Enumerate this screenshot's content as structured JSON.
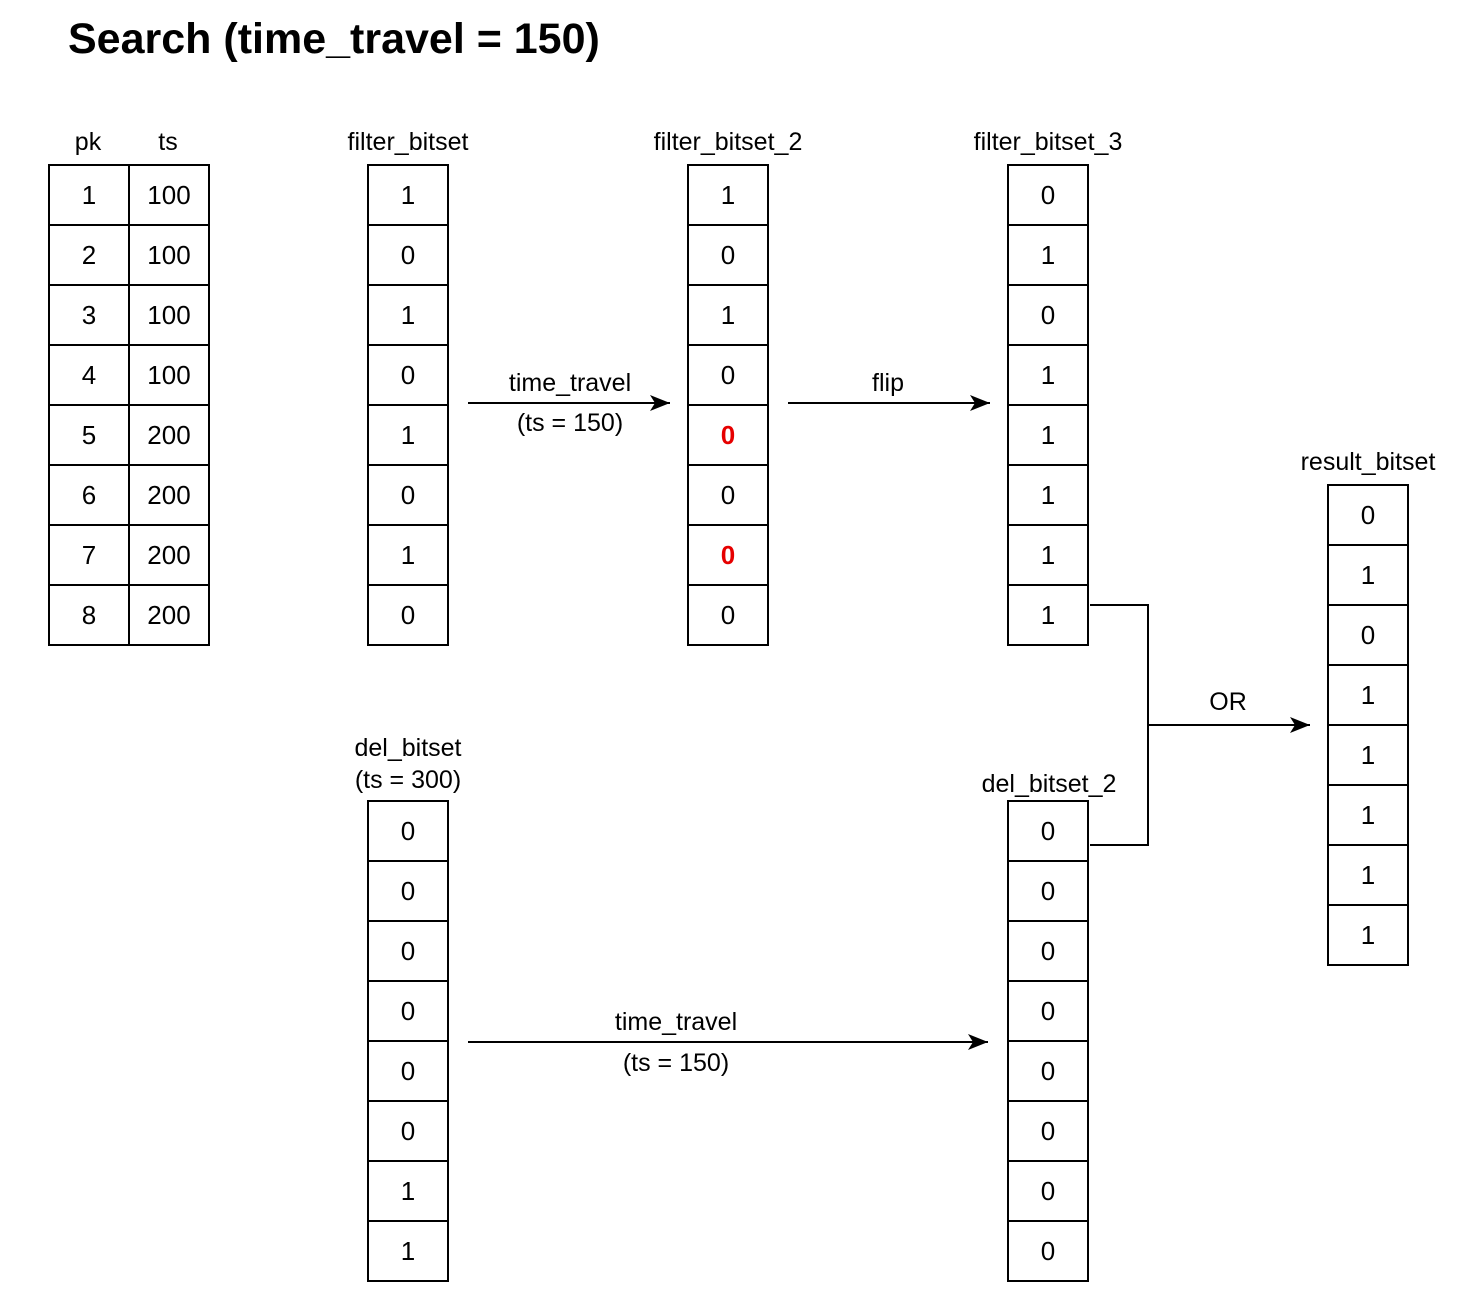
{
  "title": "Search (time_travel = 150)",
  "colors": {
    "highlight": "#e60000",
    "stroke": "#000000"
  },
  "table": {
    "headers": [
      "pk",
      "ts"
    ],
    "rows": [
      [
        "1",
        "100"
      ],
      [
        "2",
        "100"
      ],
      [
        "3",
        "100"
      ],
      [
        "4",
        "100"
      ],
      [
        "5",
        "200"
      ],
      [
        "6",
        "200"
      ],
      [
        "7",
        "200"
      ],
      [
        "8",
        "200"
      ]
    ]
  },
  "bitsets": {
    "filter_bitset": {
      "label": "filter_bitset",
      "bits": [
        "1",
        "0",
        "1",
        "0",
        "1",
        "0",
        "1",
        "0"
      ]
    },
    "filter_bitset_2": {
      "label": "filter_bitset_2",
      "bits": [
        "1",
        "0",
        "1",
        "0",
        "0",
        "0",
        "0",
        "0"
      ],
      "highlighted_rows": [
        5,
        7
      ]
    },
    "filter_bitset_3": {
      "label": "filter_bitset_3",
      "bits": [
        "0",
        "1",
        "0",
        "1",
        "1",
        "1",
        "1",
        "1"
      ]
    },
    "del_bitset": {
      "label": "del_bitset",
      "sublabel": "(ts = 300)",
      "bits": [
        "0",
        "0",
        "0",
        "0",
        "0",
        "0",
        "1",
        "1"
      ]
    },
    "del_bitset_2": {
      "label": "del_bitset_2",
      "bits": [
        "0",
        "0",
        "0",
        "0",
        "0",
        "0",
        "0",
        "0"
      ]
    },
    "result_bitset": {
      "label": "result_bitset",
      "bits": [
        "0",
        "1",
        "0",
        "1",
        "1",
        "1",
        "1",
        "1"
      ]
    }
  },
  "arrows": {
    "time_travel_top": {
      "label": "time_travel",
      "sublabel": "(ts = 150)"
    },
    "flip": {
      "label": "flip"
    },
    "time_travel_bottom": {
      "label": "time_travel",
      "sublabel": "(ts = 150)"
    },
    "or": {
      "label": "OR"
    }
  }
}
